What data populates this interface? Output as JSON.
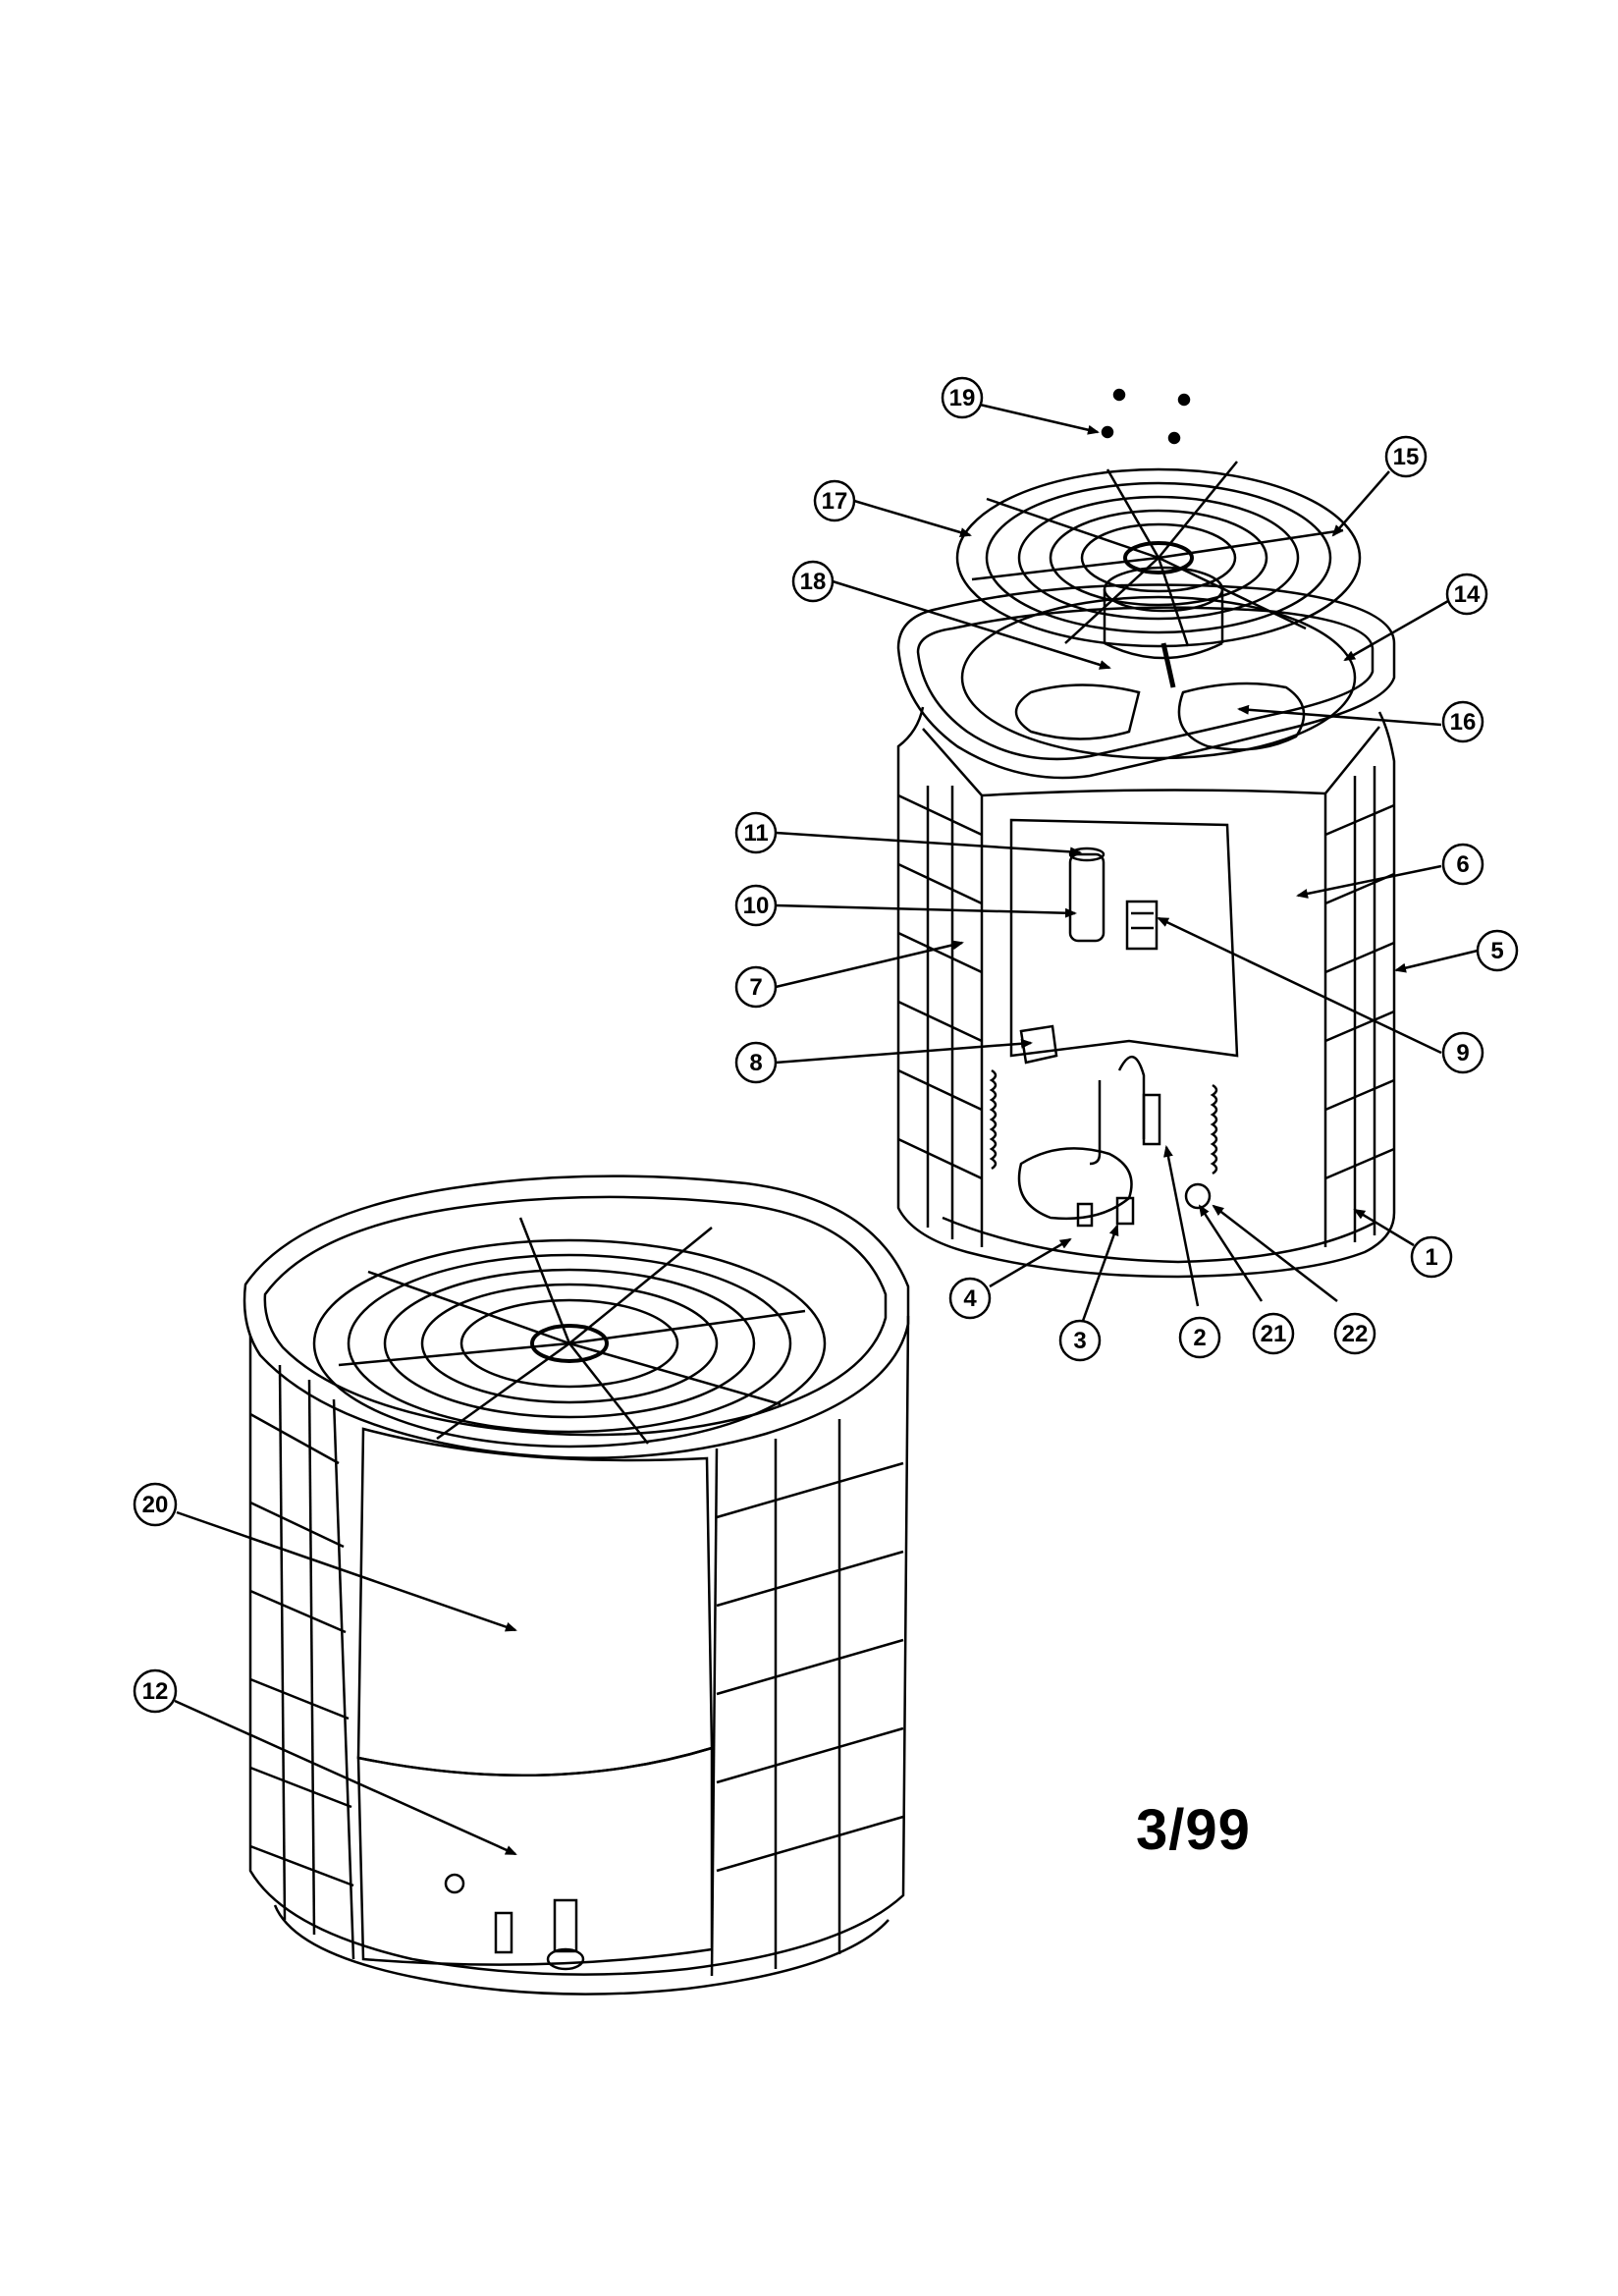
{
  "diagram": {
    "date_code": "3/99",
    "callouts": [
      "1",
      "2",
      "3",
      "4",
      "5",
      "6",
      "7",
      "8",
      "9",
      "10",
      "11",
      "12",
      "14",
      "15",
      "16",
      "17",
      "18",
      "19",
      "20",
      "21",
      "22"
    ],
    "colors": {
      "ink": "#000000",
      "paper": "#ffffff"
    }
  }
}
